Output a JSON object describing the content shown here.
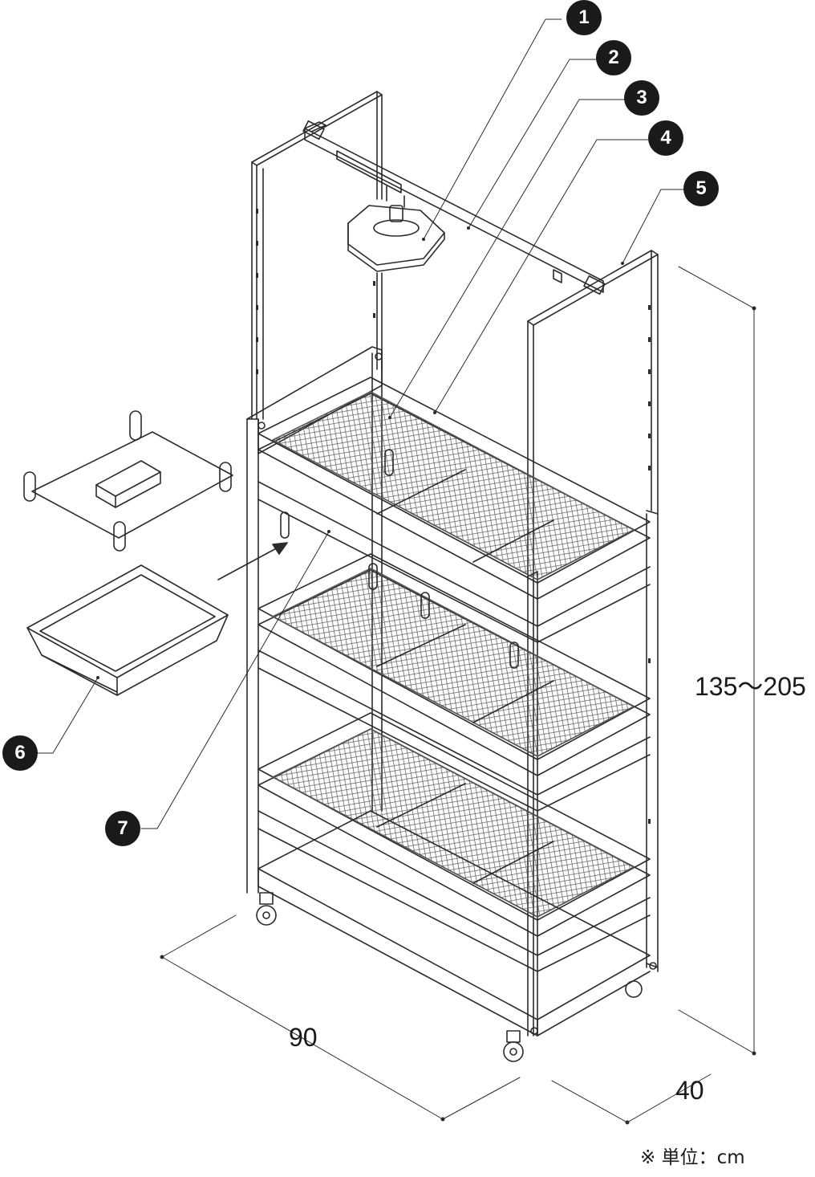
{
  "callouts": [
    "1",
    "2",
    "3",
    "4",
    "5",
    "6",
    "7"
  ],
  "dimensions": {
    "height": "135〜205",
    "width": "90",
    "depth": "40"
  },
  "unit_note": "※ 単位：cm",
  "colors": {
    "line": "#2b2b2b",
    "callout_fill": "#1a1a1a",
    "callout_text": "#ffffff",
    "background": "#ffffff"
  }
}
